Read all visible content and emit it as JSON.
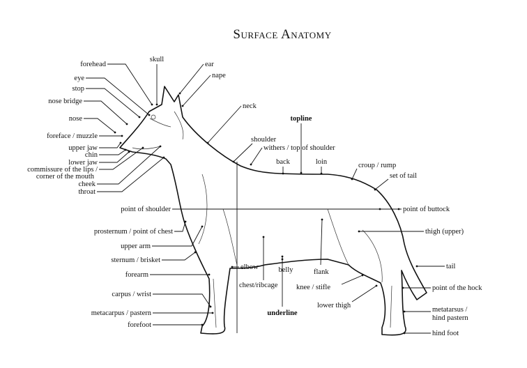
{
  "title": "Surface Anatomy",
  "labels": {
    "forehead": "forehead",
    "eye": "eye",
    "stop": "stop",
    "nose_bridge": "nose bridge",
    "nose": "nose",
    "foreface": "foreface / muzzle",
    "upper_jaw": "upper jaw",
    "chin": "chin",
    "lower_jaw": "lower jaw",
    "commissure_1": "commissure of the lips /",
    "commissure_2": "corner of the mouth",
    "cheek": "cheek",
    "throat": "throat",
    "skull": "skull",
    "ear": "ear",
    "nape": "nape",
    "neck": "neck",
    "topline": "topline",
    "shoulder": "shoulder",
    "withers": "withers / top of shoulder",
    "back": "back",
    "loin": "loin",
    "croup": "croup / rump",
    "set_of_tail": "set of tail",
    "point_of_shoulder": "point of shoulder",
    "point_of_buttock": "point of buttock",
    "prosternum": "prosternum / point of chest",
    "thigh_upper": "thigh (upper)",
    "upper_arm": "upper arm",
    "sternum": "sternum / brisket",
    "forearm": "forearm",
    "elbow": "elbow",
    "belly": "belly",
    "flank": "flank",
    "chest_ribcage": "chest/ribcage",
    "tail": "tail",
    "knee": "knee / stifle",
    "point_of_hock": "point of the hock",
    "carpus": "carpus / wrist",
    "lower_thigh": "lower thigh",
    "metacarpus": "metacarpus / pastern",
    "underline": "underline",
    "metatarsus_1": "metatarsus /",
    "metatarsus_2": "hind pastern",
    "forefoot": "forefoot",
    "hind_foot": "hind foot"
  }
}
